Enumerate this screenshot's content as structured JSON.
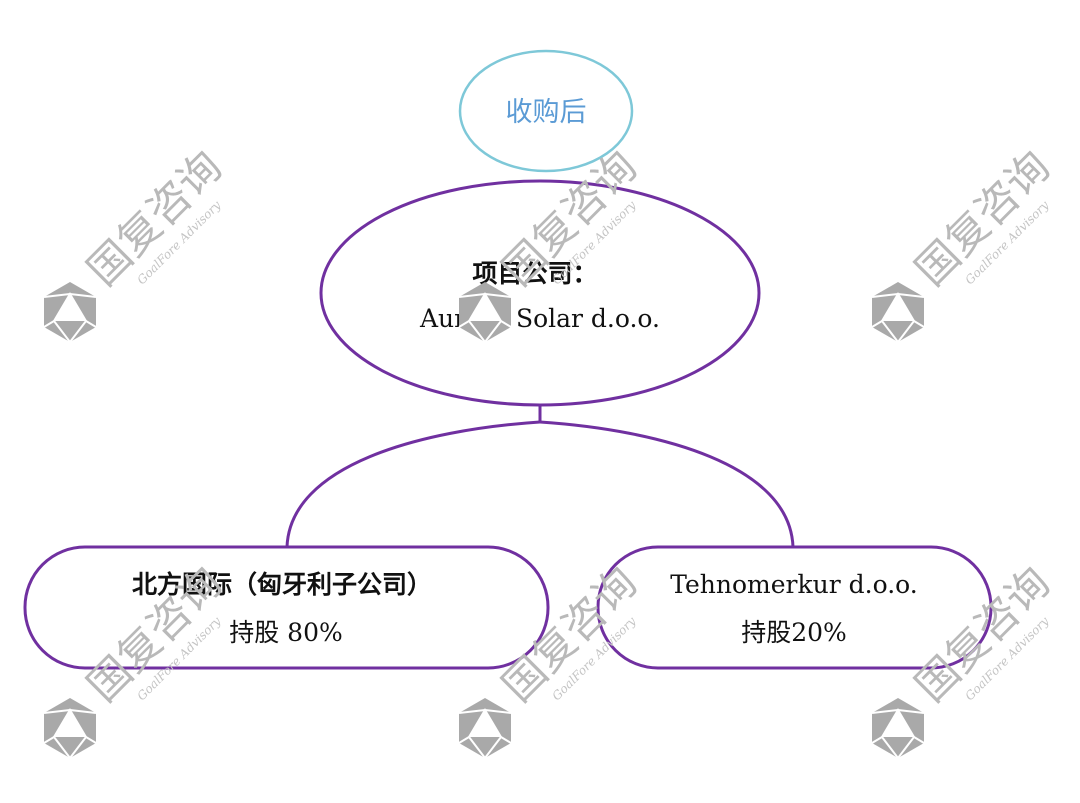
{
  "diagram": {
    "top_node": {
      "label": "收购后"
    },
    "project_node": {
      "line1": "项目公司：",
      "line2": "Aurora Solar d.o.o."
    },
    "left_node": {
      "line1": "北方国际（匈牙利子公司）",
      "line2": "持股 80%"
    },
    "right_node": {
      "line1": "Tehnomerkur d.o.o.",
      "line2": "持股20%"
    }
  },
  "watermark": {
    "text": "国复咨询",
    "sub": "GoalFore Advisory",
    "logo_icon": "icosahedron-logo-icon"
  },
  "colors": {
    "accent_purple": "#7030a0",
    "top_oval_border": "#7ec8d8",
    "top_oval_text": "#5b9bd5",
    "watermark": "#b9b9b9"
  }
}
